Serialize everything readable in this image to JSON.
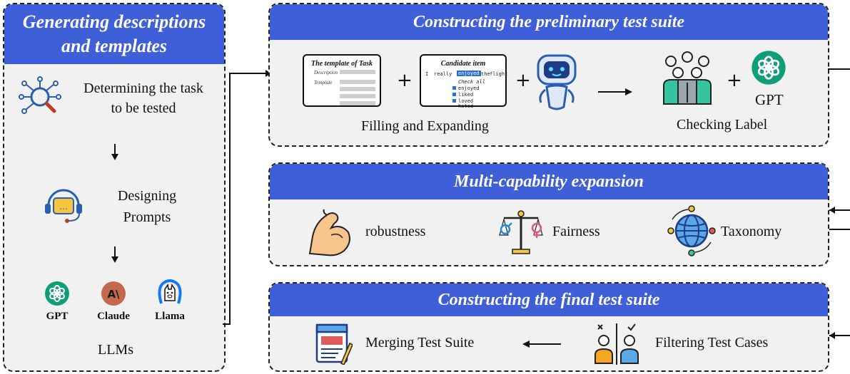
{
  "left_panel": {
    "title": "Generating descriptions and templates",
    "title_line1": "Generating descriptions",
    "title_line2": "and templates",
    "step1_line1": "Determining the task",
    "step1_line2": "to be tested",
    "step2_line1": "Designing",
    "step2_line2": "Prompts",
    "llms": [
      {
        "label": "GPT",
        "icon": "openai-icon",
        "color": "#0f9d7a"
      },
      {
        "label": "Claude",
        "icon": "anthropic-icon",
        "color": "#c4684e"
      },
      {
        "label": "Llama",
        "icon": "llama-icon",
        "color": "#1877f2"
      }
    ],
    "llms_caption": "LLMs"
  },
  "preliminary": {
    "title": "Constructing the preliminary test suite",
    "template_card": {
      "title": "The template of Task",
      "field1": "Description",
      "field2": "Template"
    },
    "candidate_card": {
      "title": "Candidate item",
      "w1": "I",
      "w2": "really",
      "w3": "enjoyed",
      "w4": "the",
      "w5": "flight",
      "opt1": "Check all",
      "opt2": "enjoyed",
      "opt3": "liked",
      "opt4": "loved",
      "opt5": "hated"
    },
    "filling_caption": "Filling and Expanding",
    "gpt_label": "GPT",
    "checking_caption": "Checking Label"
  },
  "multi": {
    "title": "Multi-capability expansion",
    "items": [
      {
        "label": "robustness",
        "icon": "flexed-arm-icon"
      },
      {
        "label": "Fairness",
        "icon": "gender-scale-icon"
      },
      {
        "label": "Taxonomy",
        "icon": "globe-network-icon"
      }
    ]
  },
  "final": {
    "title": "Constructing the final test suite",
    "merge_label": "Merging Test Suite",
    "filter_label": "Filtering Test Cases"
  },
  "colors": {
    "header_blue": "#3f5fd8",
    "panel_bg": "#f1f1f1",
    "openai_green": "#0f9d7a"
  }
}
